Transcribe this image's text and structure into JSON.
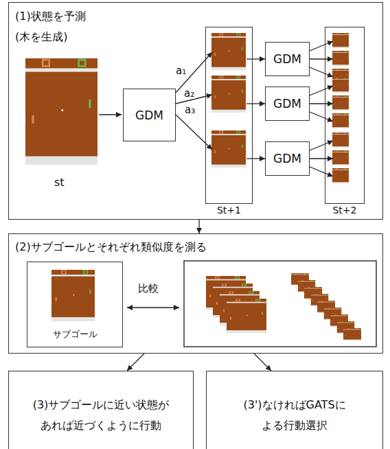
{
  "diagram": {
    "nodes": [
      {
        "text": [
          "(1)状態を予測 (木を生成)"
        ]
      },
      {
        "text": [
          "GDM"
        ],
        "in": 0
      },
      {
        "text": [
          "St+1"
        ],
        "in": 0
      },
      {
        "text": [
          "GDM"
        ],
        "in": 0
      },
      {
        "text": [
          "GDM"
        ],
        "in": 0
      },
      {
        "text": [
          "GDM"
        ],
        "in": 0
      },
      {
        "text": [
          "St+2"
        ],
        "in": 0
      },
      {
        "text": [
          "(2)サブゴールとそれぞれ類似度を測る"
        ]
      },
      {
        "text": [
          "サブゴール"
        ],
        "in": 7
      },
      {
        "text": [
          "(3)サブゴールに近い状態が あれば近づくように行動"
        ]
      },
      {
        "text": [
          "(3')なければGATSに よる行動選択"
        ]
      }
    ],
    "edges": [
      {
        "from": 1,
        "to": 2,
        "arrow": "to",
        "label": "a₁"
      },
      {
        "from": 1,
        "to": 2,
        "arrow": "to",
        "label": "a₂"
      },
      {
        "from": 1,
        "to": 2,
        "arrow": "to",
        "label": "a₃"
      },
      {
        "from": 2,
        "to": 3,
        "arrow": "to"
      },
      {
        "from": 2,
        "to": 4,
        "arrow": "to"
      },
      {
        "from": 2,
        "to": 5,
        "arrow": "to"
      },
      {
        "from": 3,
        "to": 6,
        "arrow": "to"
      },
      {
        "from": 3,
        "to": 6,
        "arrow": "to"
      },
      {
        "from": 3,
        "to": 6,
        "arrow": "to"
      },
      {
        "from": 4,
        "to": 6,
        "arrow": "to"
      },
      {
        "from": 4,
        "to": 6,
        "arrow": "to"
      },
      {
        "from": 4,
        "to": 6,
        "arrow": "to"
      },
      {
        "from": 5,
        "to": 6,
        "arrow": "to"
      },
      {
        "from": 5,
        "to": 6,
        "arrow": "to"
      },
      {
        "from": 5,
        "to": 6,
        "arrow": "to"
      },
      {
        "from": 0,
        "to": 7,
        "arrow": "to"
      },
      {
        "from": 7,
        "to": 9,
        "arrow": "to"
      },
      {
        "from": 7,
        "to": 10,
        "arrow": "to"
      }
    ],
    "labels": [
      "st",
      "比較"
    ]
  }
}
